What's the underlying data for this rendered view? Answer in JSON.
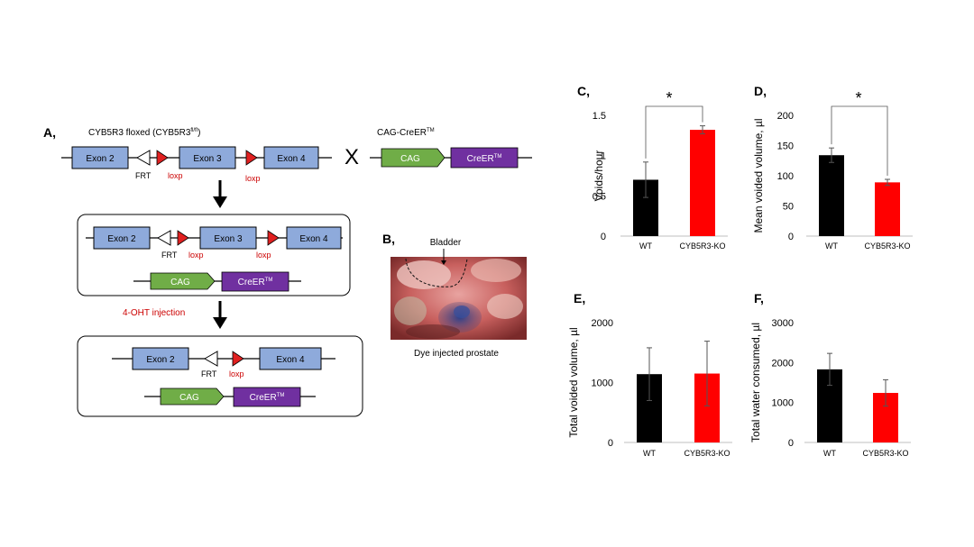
{
  "panel_a": {
    "label": "A,",
    "floxed_title": "CYB5R3 floxed (CYB5R3",
    "floxed_sup": "fl/fl",
    "floxed_close": ")",
    "cre_title": "CAG-CreER",
    "cre_sup": "TM",
    "cross_symbol": "X",
    "exon2": "Exon 2",
    "exon3": "Exon 3",
    "exon4": "Exon 4",
    "frt": "FRT",
    "loxp": "loxp",
    "cag": "CAG",
    "creer": "CreER",
    "creer_sup": "TM",
    "injection": "4-OHT injection"
  },
  "panel_b": {
    "label": "B,",
    "bladder": "Bladder",
    "caption": "Dye injected prostate"
  },
  "colors": {
    "exon": "#8eaadb",
    "cag": "#70ad47",
    "creer": "#7030a0",
    "loxp": "#e02020",
    "wt_bar": "#000000",
    "ko_bar": "#ff0000",
    "annotation_red": "#cc0000"
  },
  "chart_data": [
    {
      "panel": "C,",
      "type": "bar",
      "categories": [
        "WT",
        "CYB5R3-KO"
      ],
      "values": [
        0.7,
        1.32
      ],
      "errors": [
        0.22,
        0.05
      ],
      "ylabel": "Voids/hour",
      "ylim": [
        0,
        1.5
      ],
      "yticks": [
        "0",
        "0.5",
        "1",
        "1.5"
      ],
      "tick_values": [
        0,
        0.5,
        1,
        1.5
      ],
      "significance": "*"
    },
    {
      "panel": "D,",
      "type": "bar",
      "categories": [
        "WT",
        "CYB5R3-KO"
      ],
      "values": [
        134,
        89
      ],
      "errors": [
        12,
        5
      ],
      "ylabel": "Mean voided volume, µl",
      "ylim": [
        0,
        200
      ],
      "yticks": [
        "0",
        "50",
        "100",
        "150",
        "200"
      ],
      "tick_values": [
        0,
        50,
        100,
        150,
        200
      ],
      "significance": "*"
    },
    {
      "panel": "E,",
      "type": "bar",
      "categories": [
        "WT",
        "CYB5R3-KO"
      ],
      "values": [
        1140,
        1150
      ],
      "errors": [
        440,
        540
      ],
      "ylabel": "Total voided volume, µl",
      "ylim": [
        0,
        2000
      ],
      "yticks": [
        "0",
        "1000",
        "2000"
      ],
      "tick_values": [
        0,
        1000,
        2000
      ],
      "significance": ""
    },
    {
      "panel": "F,",
      "type": "bar",
      "categories": [
        "WT",
        "CYB5R3-KO"
      ],
      "values": [
        1830,
        1240
      ],
      "errors": [
        400,
        330
      ],
      "ylabel": "Total water consumed, µl",
      "ylim": [
        0,
        3000
      ],
      "yticks": [
        "0",
        "1000",
        "2000",
        "3000"
      ],
      "tick_values": [
        0,
        1000,
        2000,
        3000
      ],
      "significance": ""
    }
  ]
}
